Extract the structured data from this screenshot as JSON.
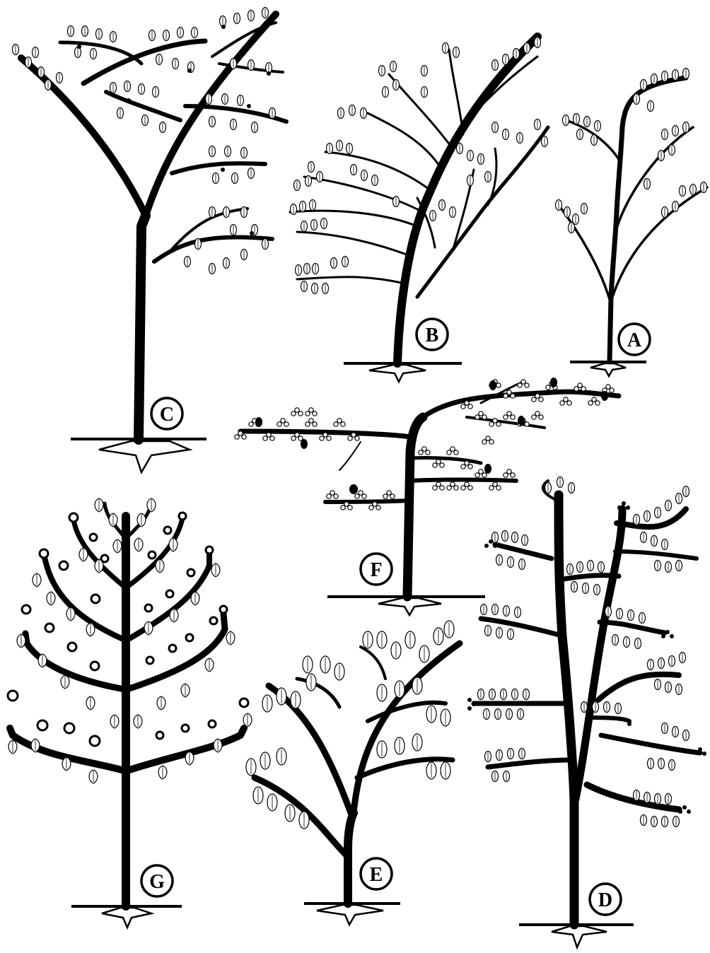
{
  "figure": {
    "models": [
      {
        "key": "A",
        "label": "A"
      },
      {
        "key": "B",
        "label": "B"
      },
      {
        "key": "C",
        "label": "C"
      },
      {
        "key": "D",
        "label": "D"
      },
      {
        "key": "E",
        "label": "E"
      },
      {
        "key": "F",
        "label": "F"
      },
      {
        "key": "G",
        "label": "G"
      }
    ]
  }
}
